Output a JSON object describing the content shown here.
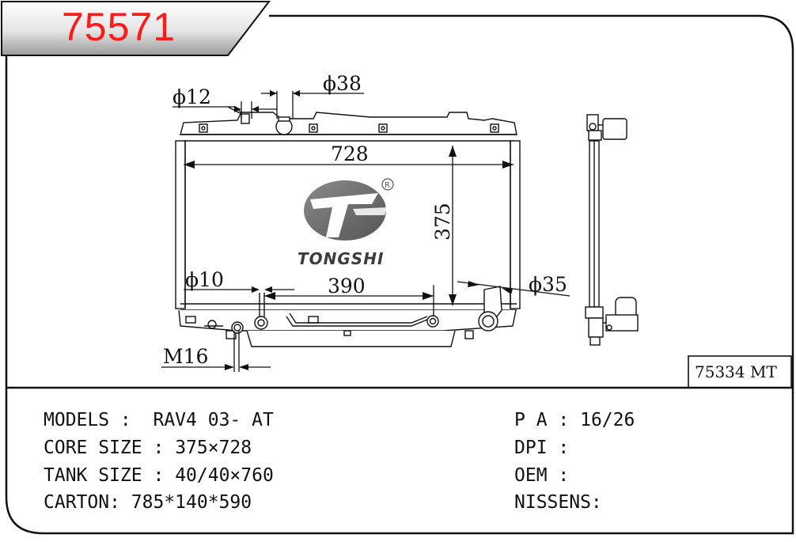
{
  "part_number": "75571",
  "cross_reference": "75334 MT",
  "brand": {
    "name": "TONGSHI",
    "registered_mark": "R"
  },
  "dimensions": {
    "inlet_diameter": "ϕ12",
    "cap_diameter": "ϕ38",
    "core_width": "728",
    "core_height": "375",
    "small_pipe_diameter": "ϕ10",
    "pipe_span": "390",
    "outlet_diameter": "ϕ35",
    "mount_thread": "M16"
  },
  "specs": {
    "models_label": "MODELS :",
    "models_value": "RAV4 03- AT",
    "core_label": "CORE SIZE :",
    "core_value": "375×728",
    "tank_label": "TANK SIZE :",
    "tank_value": "40/40×760",
    "carton_label": "CARTON:",
    "carton_value": "785*140*590",
    "pa_label": "P A :",
    "pa_value": "16/26",
    "dpi_label": "DPI :",
    "dpi_value": "",
    "oem_label": "OEM :",
    "oem_value": "",
    "nissens_label": "NISSENS:",
    "nissens_value": ""
  },
  "colors": {
    "part_number": "#ff1a1a",
    "line": "#111111",
    "logo": "#6e6e6e"
  }
}
